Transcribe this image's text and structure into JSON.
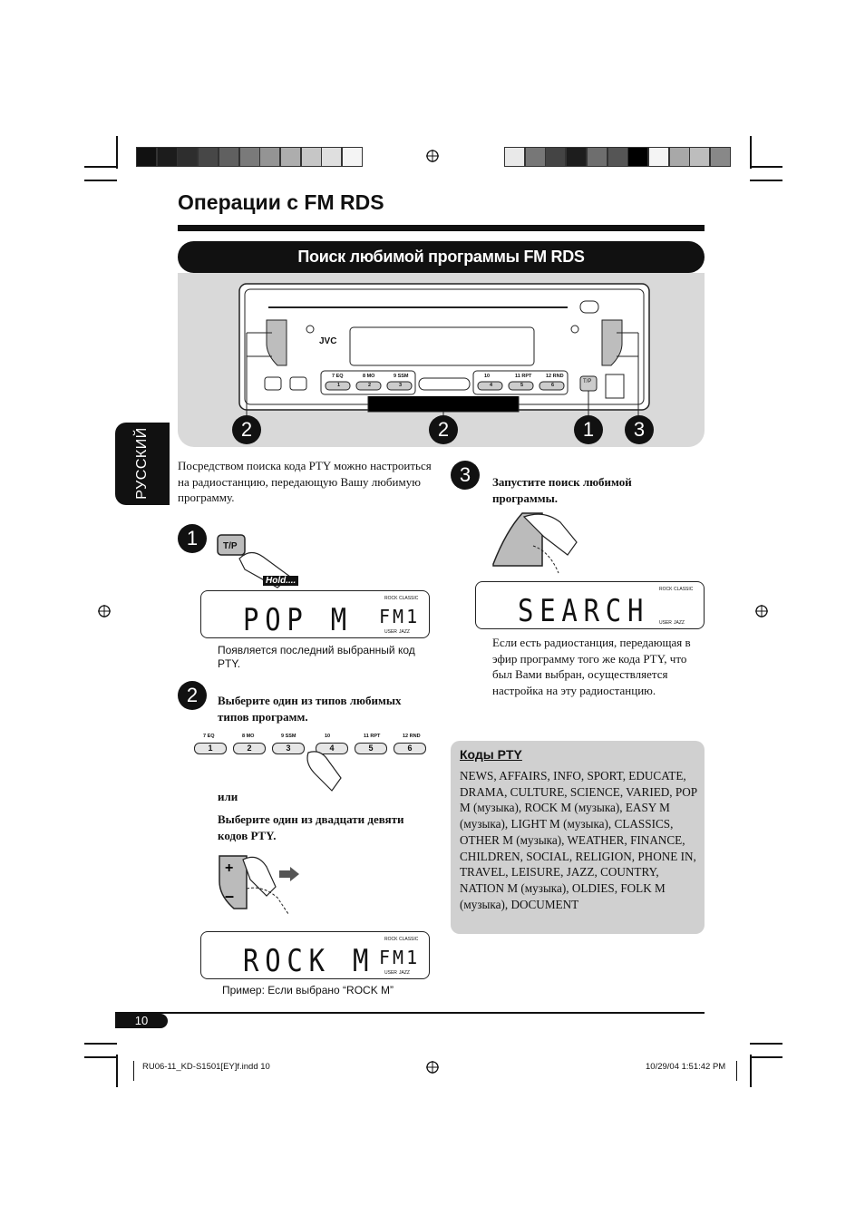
{
  "header": {
    "title": "Операции с FM RDS",
    "banner": "Поиск любимой программы FM RDS"
  },
  "language_tab": "РУССКИЙ",
  "device": {
    "brand": "JVC",
    "button_labels": [
      "7 EQ",
      "8 MO",
      "9 SSM",
      "10",
      "11 RPT",
      "12 RND"
    ],
    "buttons": [
      "1",
      "2",
      "3",
      "4",
      "5",
      "6"
    ],
    "tp_label": "T/P",
    "callouts": [
      "2",
      "2",
      "1",
      "3"
    ]
  },
  "intro": "Посредством поиска кода PTY можно настроиться на радиостанцию, передающую Вашу любимую программу.",
  "step1": {
    "num": "1",
    "button": "T/P",
    "hold": "Hold....",
    "display_main": "POP M",
    "display_band": "FM1",
    "caption": "Появляется последний выбранный код PTY."
  },
  "step2": {
    "num": "2",
    "text": "Выберите один из типов любимых типов программ.",
    "or": "или",
    "text2": "Выберите один из двадцати девяти кодов PTY.",
    "display_main": "ROCK M",
    "display_band": "FM1",
    "caption": "Пример: Если выбрано “ROCK M”"
  },
  "step3": {
    "num": "3",
    "text": "Запустите поиск любимой программы.",
    "display_main": "SEARCH",
    "description": "Если есть радиостанция, передающая в эфир программу того же кода PTY, что был Вами выбран, осуществляется настройка на эту радиостанцию."
  },
  "lcd_tags": {
    "rock": "ROCK",
    "classic": "CLASSIC",
    "user": "USER",
    "jazz": "JAZZ"
  },
  "pty_codes": {
    "title": "Коды PTY",
    "body": "NEWS, AFFAIRS, INFO, SPORT, EDUCATE, DRAMA, CULTURE, SCIENCE, VARIED, POP M (музыка), ROCK M (музыка), EASY M (музыка), LIGHT M (музыка), CLASSICS, OTHER M (музыка), WEATHER, FINANCE, CHILDREN, SOCIAL, RELIGION, PHONE IN, TRAVEL, LEISURE, JAZZ, COUNTRY, NATION M (музыка), OLDIES, FOLK M (музыка), DOCUMENT"
  },
  "footer": {
    "page_number": "10",
    "file": "RU06-11_KD-S1501[EY]f.indd   10",
    "date": "10/29/04   1:51:42 PM"
  },
  "colors": {
    "bar_left": [
      "#111111",
      "#1c1c1c",
      "#2e2e2e",
      "#474747",
      "#606060",
      "#7a7a7a",
      "#949494",
      "#adadad",
      "#c6c6c6",
      "#dfdfdf",
      "#f4f4f4"
    ],
    "bar_right": [
      "#e9e9e9",
      "#777777",
      "#444444",
      "#1d1d1d",
      "#6e6e6e",
      "#555555",
      "#000000",
      "#f4f4f4",
      "#a8a8a8",
      "#bdbdbd",
      "#888888"
    ]
  }
}
